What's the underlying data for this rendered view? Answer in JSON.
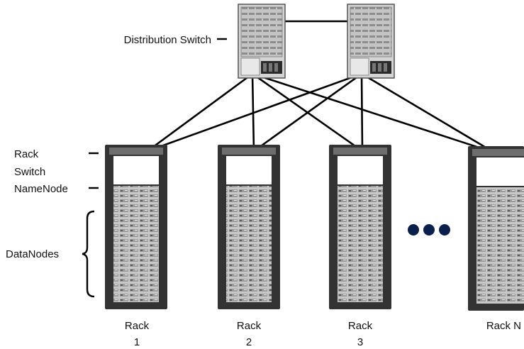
{
  "labels": {
    "distribution_switch": "Distribution Switch",
    "rack_switch_line1": "Rack",
    "rack_switch_line2": "Switch",
    "namenode": "NameNode",
    "datanodes": "DataNodes"
  },
  "racks": [
    {
      "name": "Rack",
      "number": "1"
    },
    {
      "name": "Rack",
      "number": "2"
    },
    {
      "name": "Rack",
      "number": "3"
    },
    {
      "name": "Rack N",
      "number": ""
    }
  ],
  "ellipsis": "dots",
  "colors": {
    "rack_frame": "#3a3a3a",
    "rack_switch_band": "#6e6e6e",
    "namenode_panel": "#ffffff",
    "server_face": "#bdbdbd",
    "link_line": "#000000",
    "ellipsis_dots": "#0b1f4d",
    "switch_chassis": "#c4c4c4"
  }
}
